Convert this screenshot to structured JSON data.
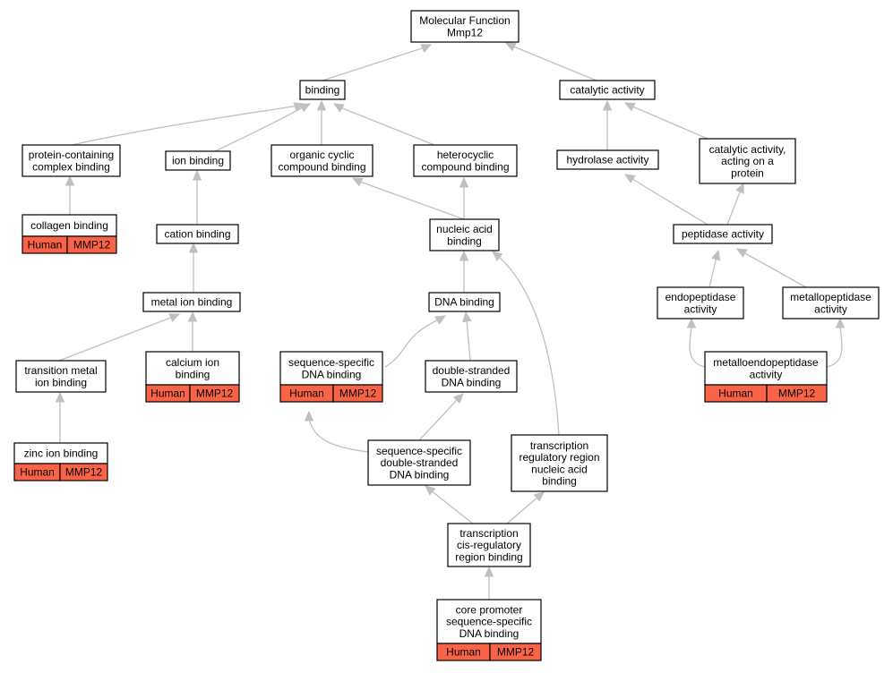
{
  "colors": {
    "edge": "#c0c0c0",
    "annotation_fill": "#fb6347",
    "box_stroke": "#000000"
  },
  "nodes": {
    "mf": {
      "lines": [
        "Molecular Function",
        "Mmp12"
      ]
    },
    "binding": {
      "lines": [
        "binding"
      ]
    },
    "catalytic": {
      "lines": [
        "catalytic activity"
      ]
    },
    "protein_complex": {
      "lines": [
        "protein-containing",
        "complex binding"
      ]
    },
    "ion_binding": {
      "lines": [
        "ion binding"
      ]
    },
    "organic_cyclic": {
      "lines": [
        "organic cyclic",
        "compound binding"
      ]
    },
    "heterocyclic": {
      "lines": [
        "heterocyclic",
        "compound binding"
      ]
    },
    "hydrolase": {
      "lines": [
        "hydrolase activity"
      ]
    },
    "catalytic_protein": {
      "lines": [
        "catalytic activity,",
        "acting on a",
        "protein"
      ]
    },
    "collagen": {
      "lines": [
        "collagen binding"
      ],
      "ann": [
        "Human",
        "MMP12"
      ]
    },
    "cation": {
      "lines": [
        "cation binding"
      ]
    },
    "nucleic_acid": {
      "lines": [
        "nucleic acid",
        "binding"
      ]
    },
    "peptidase": {
      "lines": [
        "peptidase activity"
      ]
    },
    "metal_ion": {
      "lines": [
        "metal ion binding"
      ]
    },
    "dna_binding": {
      "lines": [
        "DNA binding"
      ]
    },
    "endopeptidase": {
      "lines": [
        "endopeptidase",
        "activity"
      ]
    },
    "metallopeptidase": {
      "lines": [
        "metallopeptidase",
        "activity"
      ]
    },
    "transition_metal": {
      "lines": [
        "transition metal",
        "ion binding"
      ]
    },
    "calcium": {
      "lines": [
        "calcium ion",
        "binding"
      ],
      "ann": [
        "Human",
        "MMP12"
      ]
    },
    "seq_specific": {
      "lines": [
        "sequence-specific",
        "DNA binding"
      ],
      "ann": [
        "Human",
        "MMP12"
      ]
    },
    "double_stranded": {
      "lines": [
        "double-stranded",
        "DNA binding"
      ]
    },
    "metalloendopeptidase": {
      "lines": [
        "metalloendopeptidase",
        "activity"
      ],
      "ann": [
        "Human",
        "MMP12"
      ]
    },
    "zinc": {
      "lines": [
        "zinc ion binding"
      ],
      "ann": [
        "Human",
        "MMP12"
      ]
    },
    "seq_ds": {
      "lines": [
        "sequence-specific",
        "double-stranded",
        "DNA binding"
      ]
    },
    "tr_regulatory": {
      "lines": [
        "transcription",
        "regulatory region",
        "nucleic acid",
        "binding"
      ]
    },
    "tr_cis": {
      "lines": [
        "transcription",
        "cis-regulatory",
        "region binding"
      ]
    },
    "core_promoter": {
      "lines": [
        "core promoter",
        "sequence-specific",
        "DNA binding"
      ],
      "ann": [
        "Human",
        "MMP12"
      ]
    }
  }
}
